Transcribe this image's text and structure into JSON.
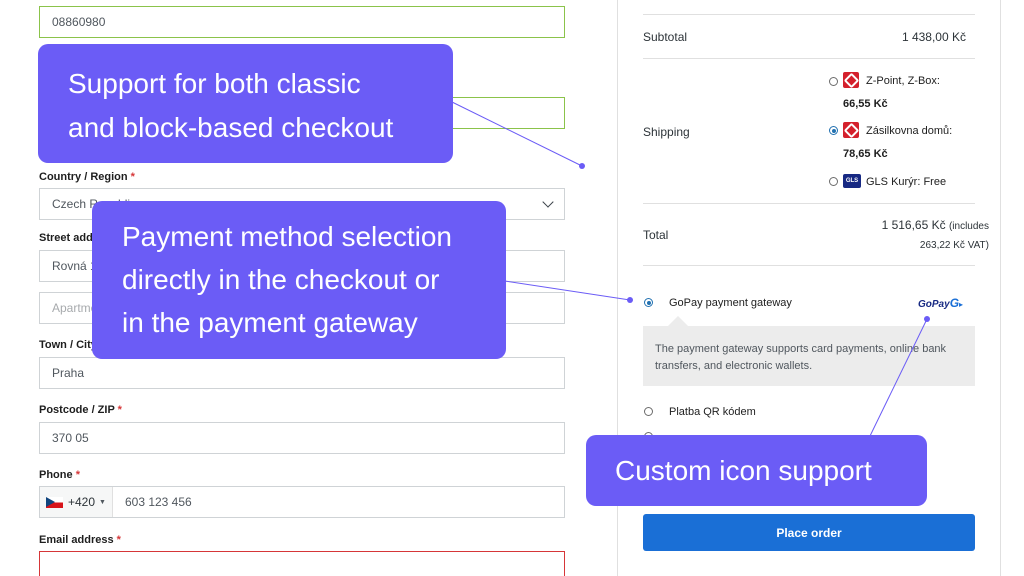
{
  "form": {
    "company_id_value": "08860980",
    "country_label": "Country / Region",
    "country_value": "Czech Republic",
    "street_label": "Street address",
    "street_value": "Rovná 1",
    "apartment_placeholder": "Apartment, suite, unit, etc. (optional)",
    "town_label": "Town / City",
    "town_value": "Praha",
    "postcode_label": "Postcode / ZIP",
    "postcode_value": "370 05",
    "phone_label": "Phone",
    "phone_prefix": "+420",
    "phone_value": "603 123 456",
    "email_label": "Email address",
    "required_mark": "*"
  },
  "order": {
    "subtotal_label": "Subtotal",
    "subtotal_value": "1 438,00 Kč",
    "shipping_label": "Shipping",
    "shipping_options": [
      {
        "name": "Z-Point, Z-Box:",
        "price": "66,55 Kč",
        "selected": false
      },
      {
        "name": "Zásilkovna domů:",
        "price": "78,65 Kč",
        "selected": true
      },
      {
        "name": "GLS Kurýr: Free",
        "price": "",
        "selected": false,
        "logo_text": "GLS"
      }
    ],
    "total_label": "Total",
    "total_value": "1 516,65 Kč",
    "total_note_1": "(includes",
    "total_note_2": "263,22 Kč VAT)"
  },
  "payment": {
    "gopay_label": "GoPay payment gateway",
    "gopay_logo": "GoPay",
    "gopay_description": "The payment gateway supports card payments, online bank transfers, and electronic wallets.",
    "qr_label": "Platba QR kódem",
    "place_order_label": "Place order"
  },
  "callouts": {
    "classic_block_line1": "Support for both classic",
    "classic_block_line2": "and block-based checkout",
    "payment_selection_line1": "Payment method selection",
    "payment_selection_line2": "directly in the checkout or",
    "payment_selection_line3": "in the payment gateway",
    "custom_icon": "Custom icon support"
  },
  "colors": {
    "callout_bg": "#6b5cf6",
    "accent_blue": "#1a6fd6",
    "valid_green": "#8bc34a",
    "error_red": "#d63638"
  }
}
